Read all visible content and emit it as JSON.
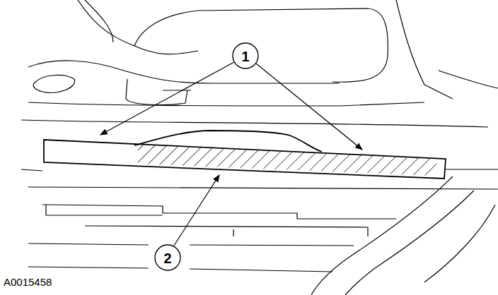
{
  "diagram": {
    "labels": [
      "1",
      "2",
      "A0015458"
    ]
  }
}
